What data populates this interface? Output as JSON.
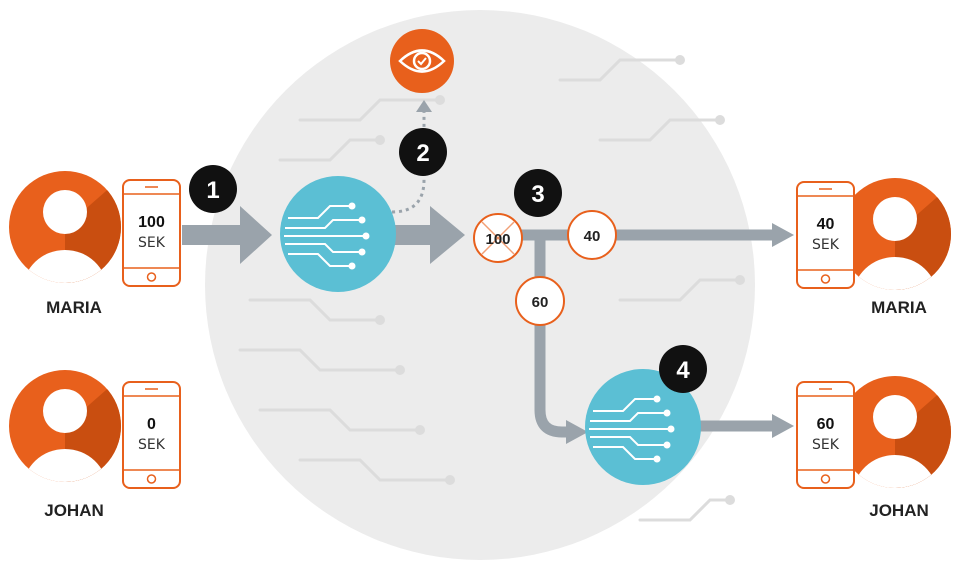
{
  "people": [
    {
      "id": "maria-left",
      "name": "MARIA",
      "amount": "100",
      "currency": "SEK"
    },
    {
      "id": "johan-left",
      "name": "JOHAN",
      "amount": "0",
      "currency": "SEK"
    },
    {
      "id": "maria-right",
      "name": "MARIA",
      "amount": "40",
      "currency": "SEK"
    },
    {
      "id": "johan-right",
      "name": "JOHAN",
      "amount": "60",
      "currency": "SEK"
    }
  ],
  "steps": [
    "1",
    "2",
    "3",
    "4"
  ],
  "split": {
    "original": "100",
    "to_maria": "40",
    "to_johan": "60"
  },
  "colors": {
    "accent_orange": "#e8601c",
    "node_teal": "#5bbfd4",
    "arrow_gray": "#9aa3ab",
    "backdrop_gray": "#ececec",
    "step_black": "#111111"
  },
  "icons": {
    "person": "person-icon",
    "phone": "phone-icon",
    "node": "circuit-node-icon",
    "verify": "eye-check-icon"
  }
}
